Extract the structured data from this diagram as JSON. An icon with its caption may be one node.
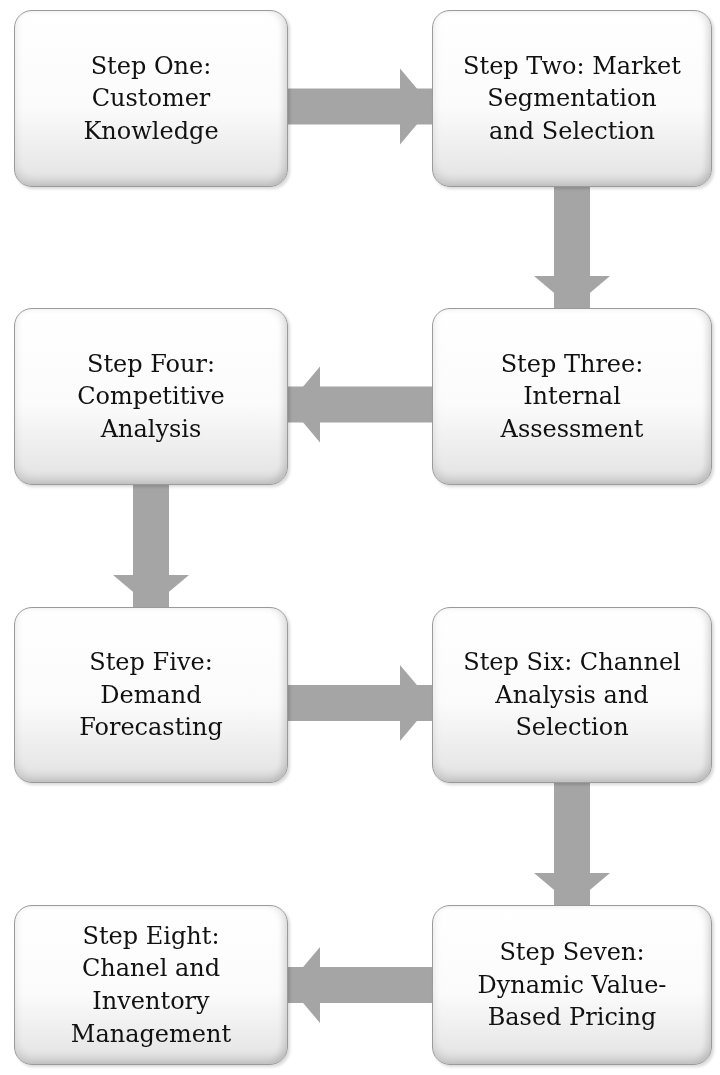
{
  "diagram": {
    "nodes": [
      {
        "text": [
          "Step One: Customer Knowledge"
        ]
      },
      {
        "text": [
          "Step Two: Market Segmentation and Selection"
        ]
      },
      {
        "text": [
          "Step Three: Internal Assessment"
        ]
      },
      {
        "text": [
          "Step Four: Competitive Analysis"
        ]
      },
      {
        "text": [
          "Step Five: Demand Forecasting"
        ]
      },
      {
        "text": [
          "Step Six: Channel Analysis and Selection"
        ]
      },
      {
        "text": [
          "Step Seven: Dynamic Value-Based Pricing"
        ]
      },
      {
        "text": [
          "Step Eight: Chanel and Inventory Management"
        ]
      }
    ],
    "edges": [
      {
        "from": 0,
        "to": 1,
        "arrow": "to"
      },
      {
        "from": 1,
        "to": 2,
        "arrow": "to"
      },
      {
        "from": 2,
        "to": 3,
        "arrow": "to"
      },
      {
        "from": 3,
        "to": 4,
        "arrow": "to"
      },
      {
        "from": 4,
        "to": 5,
        "arrow": "to"
      },
      {
        "from": 5,
        "to": 6,
        "arrow": "to"
      },
      {
        "from": 6,
        "to": 7,
        "arrow": "to"
      }
    ]
  }
}
